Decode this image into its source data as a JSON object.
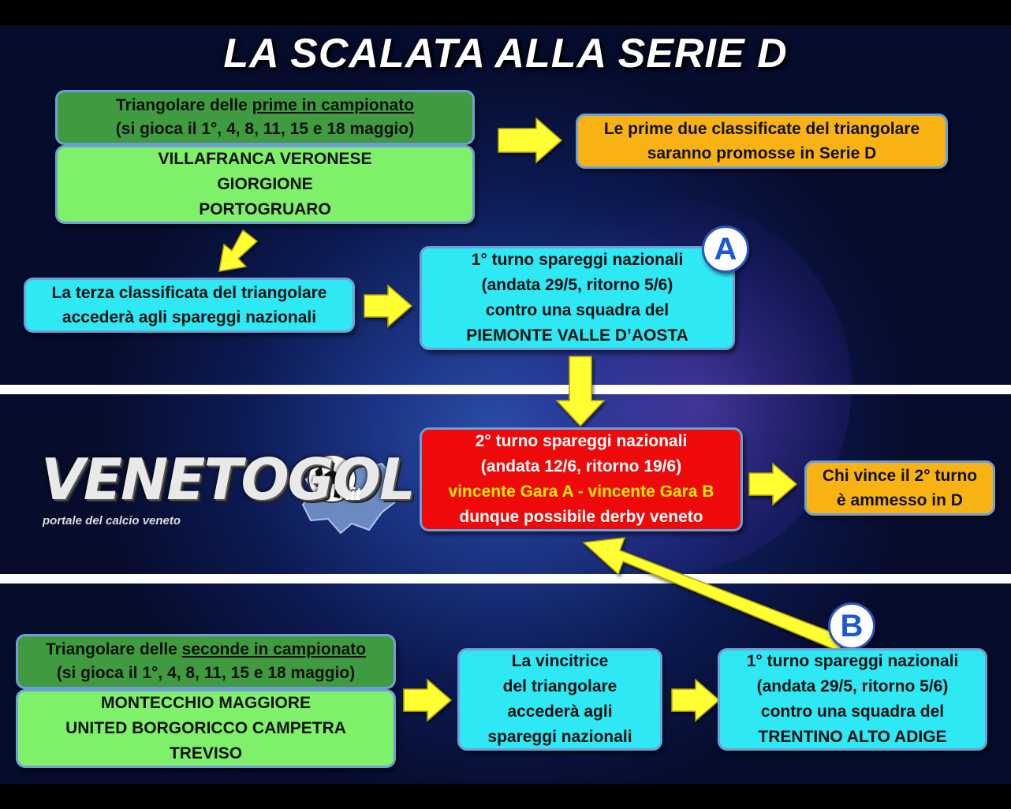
{
  "title": "LA SCALATA ALLA SERIE D",
  "boxes": {
    "tri1_header": {
      "line1_pre": "Triangolare delle ",
      "line1_u": "prime in campionato",
      "line2": "(si gioca il 1°, 4, 8, 11, 15 e 18 maggio)"
    },
    "tri1_teams": [
      "VILLAFRANCA VERONESE",
      "GIORGIONE",
      "PORTOGRUARO"
    ],
    "promoted": [
      "Le prime due classificate del triangolare",
      "saranno promosse in Serie D"
    ],
    "third": [
      "La terza classificata del triangolare",
      "accederà agli spareggi nazionali"
    ],
    "round1_a": [
      "1° turno spareggi nazionali",
      "(andata 29/5, ritorno 5/6)",
      "contro una squadra del",
      "PIEMONTE VALLE D’AOSTA"
    ],
    "round2": {
      "line1": "2° turno spareggi nazionali",
      "line2": "(andata 12/6, ritorno 19/6)",
      "line3": "vincente Gara A - vincente Gara B",
      "line4": "dunque possibile derby veneto"
    },
    "winner": [
      "Chi vince il 2° turno",
      "è ammesso in D"
    ],
    "tri2_header": {
      "line1_pre": "Triangolare delle ",
      "line1_u": "seconde in campionato",
      "line2": "(si gioca il 1°, 4, 8, 11, 15 e 18 maggio)"
    },
    "tri2_teams": [
      "MONTECCHIO MAGGIORE",
      "UNITED BORGORICCO CAMPETRA",
      "TREVISO"
    ],
    "tri2_winner": [
      "La vincitrice",
      "del triangolare",
      "accederà agli",
      "spareggi nazionali"
    ],
    "round1_b": [
      "1° turno spareggi nazionali",
      "(andata 29/5, ritorno 5/6)",
      "contro una squadra del",
      "TRENTINO ALTO ADIGE"
    ]
  },
  "badges": {
    "a": "A",
    "b": "B"
  },
  "logo": {
    "word": "VENETOGOL",
    "suffix": ".it",
    "tagline": "portale del calcio veneto"
  },
  "colors": {
    "dark_green": "#3f9a40",
    "light_green": "#7ff06a",
    "cyan": "#2ee8f4",
    "orange": "#f8b214",
    "red": "#ee0a0a",
    "arrow_yellow": "#ffff33"
  }
}
